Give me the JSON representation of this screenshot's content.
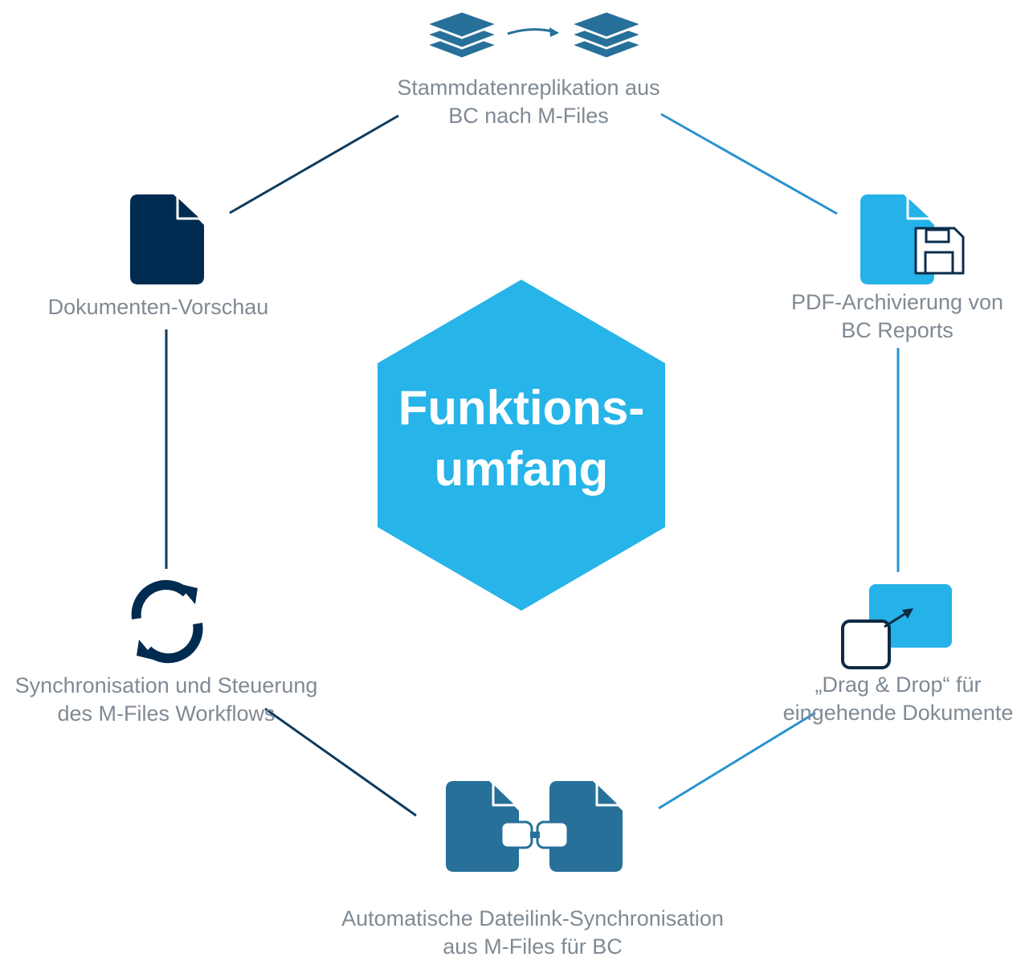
{
  "center": {
    "line1": "Funktions-",
    "line2": "umfang"
  },
  "nodes": {
    "top": {
      "line1": "Stammdatenreplikation aus",
      "line2": "BC nach M-Files",
      "icon": "layers-replication-icon"
    },
    "top_right": {
      "line1": "PDF-Archivierung von",
      "line2": "BC Reports",
      "icon": "pdf-save-document-icon"
    },
    "bottom_right": {
      "line1": "„Drag & Drop“ für",
      "line2": "eingehende Dokumente",
      "icon": "drag-drop-icon"
    },
    "bottom": {
      "line1": "Automatische Dateilink-Synchronisation",
      "line2": "aus M-Files für BC",
      "icon": "linked-documents-icon"
    },
    "bottom_left": {
      "line1": "Synchronisation und Steuerung",
      "line2": "des M-Files Workflows",
      "icon": "sync-arrows-icon"
    },
    "top_left": {
      "line1": "Dokumenten-Vorschau",
      "icon": "document-icon"
    }
  },
  "colors": {
    "hexagon": "#27b4e8",
    "dark_navy": "#002b50",
    "mid_blue": "#27709a",
    "light_blue": "#25b2e8",
    "connector_dark": "#0e3b5e",
    "connector_light": "#2a93cf",
    "label_text": "#7f8a94"
  }
}
